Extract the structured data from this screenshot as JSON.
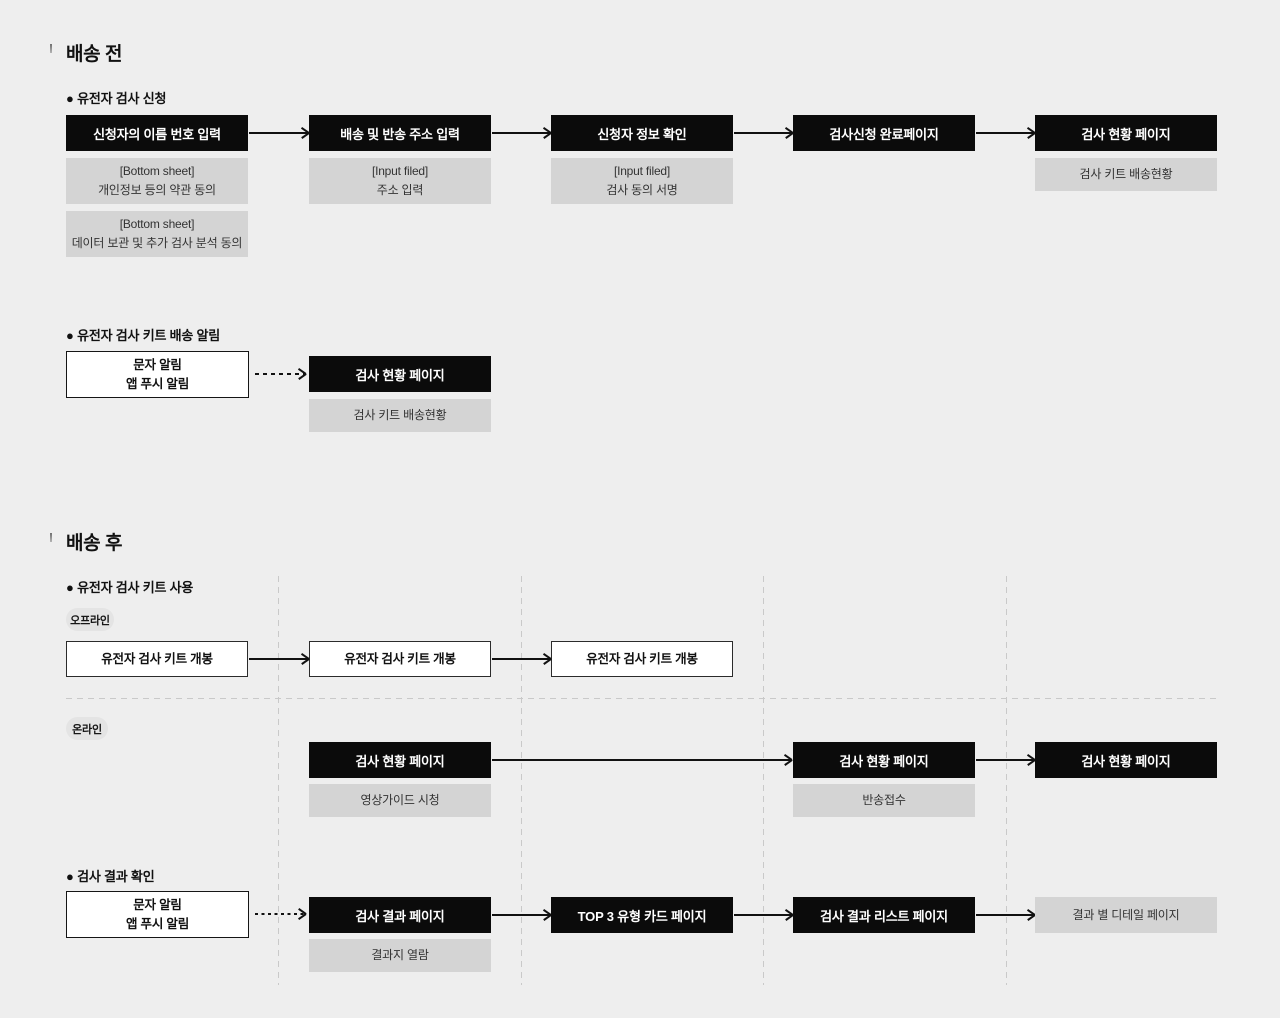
{
  "colors": {
    "background": "#eeeeee",
    "node_black": "#0b0b0b",
    "node_gray": "#d4d4d4",
    "pin_red": "#e03131",
    "divider_gray": "#c9c9c9"
  },
  "before": {
    "title": "배송 전",
    "apply": {
      "label": "● 유전자 검사 신청",
      "steps": [
        "신청자의 이름 번호 입력",
        "배송 및 반송 주소 입력",
        "신청자 정보 확인",
        "검사신청 완료페이지",
        "검사 현황 페이지"
      ],
      "notes": {
        "n1": "[Bottom sheet]\n개인정보 등의 약관 동의",
        "n2": "[Bottom sheet]\n데이터 보관 및 추가 검사 분석 동의",
        "n3": "[Input filed]\n주소 입력",
        "n4": "[Input filed]\n검사 동의 서명",
        "n5": "검사 키트 배송현황"
      }
    },
    "notify": {
      "label": "● 유전자 검사 키트 배송 알림",
      "alert": "문자 알림\n앱 푸시 알림",
      "page": "검사 현황 페이지",
      "note": "검사 키트 배송현황"
    }
  },
  "after": {
    "title": "배송 후",
    "kit_use": {
      "label": "● 유전자 검사 키트 사용",
      "offline_badge": "오프라인",
      "online_badge": "온라인",
      "offline_steps": [
        "유전자 검사 키트 개봉",
        "유전자 검사 키트 개봉",
        "유전자 검사 키트 개봉"
      ],
      "online_steps": [
        "검사 현황 페이지",
        "검사 현황 페이지",
        "검사 현황 페이지"
      ],
      "online_notes": [
        "영상가이드 시청",
        "반송접수"
      ]
    },
    "result": {
      "label": "● 검사 결과 확인",
      "alert": "문자 알림\n앱 푸시 알림",
      "steps": [
        "검사 결과 페이지",
        "TOP 3 유형 카드 페이지",
        "검사 결과 리스트 페이지"
      ],
      "detail": "결과 별 디테일 페이지",
      "note": "결과지 열람"
    }
  }
}
